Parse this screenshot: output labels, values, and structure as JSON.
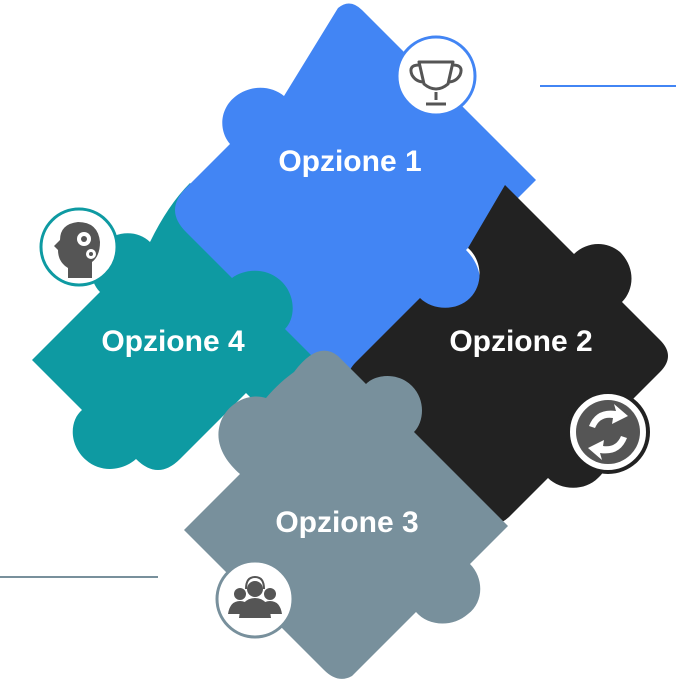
{
  "colors": {
    "piece_1": "#4285F4",
    "piece_2": "#222222",
    "piece_3": "#78909C",
    "piece_4": "#0E9AA2",
    "background": "#FFFFFF",
    "icon_glyph": "#555555"
  },
  "pieces": [
    {
      "label": "Opzione 1",
      "icon": "trophy-icon"
    },
    {
      "label": "Opzione 2",
      "icon": "refresh-icon"
    },
    {
      "label": "Opzione 3",
      "icon": "team-headset-icon"
    },
    {
      "label": "Opzione 4",
      "icon": "head-gears-icon"
    }
  ]
}
